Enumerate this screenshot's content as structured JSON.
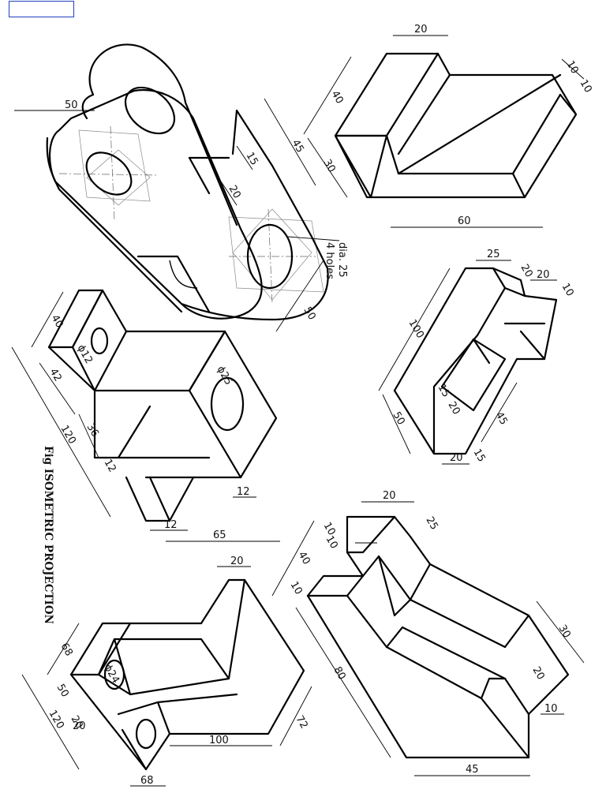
{
  "figure": {
    "title": "Fig ISOMETRIC PROJECTION"
  },
  "object_a": {
    "dims": [
      "50",
      "45",
      "15",
      "20",
      "50"
    ],
    "note_line1": "dia. 25",
    "note_line2": "4 holes"
  },
  "object_b": {
    "dims": [
      "20",
      "40",
      "30",
      "60",
      "10",
      "10"
    ]
  },
  "object_c": {
    "dims": [
      "40",
      "42",
      "120",
      "36",
      "12",
      "12",
      "12",
      "65"
    ],
    "hole_small": "ϕ12",
    "hole_large": "ϕ25"
  },
  "object_d": {
    "dims": [
      "25",
      "20",
      "20",
      "10",
      "100",
      "50",
      "15",
      "20",
      "45",
      "20",
      "15"
    ]
  },
  "object_e": {
    "dims": [
      "20",
      "68",
      "50",
      "120",
      "20",
      "20",
      "100",
      "72"
    ],
    "hole": "ϕ24"
  },
  "object_f": {
    "dims": [
      "20",
      "25",
      "10",
      "10",
      "40",
      "10",
      "80",
      "30",
      "20",
      "10",
      "45"
    ]
  }
}
